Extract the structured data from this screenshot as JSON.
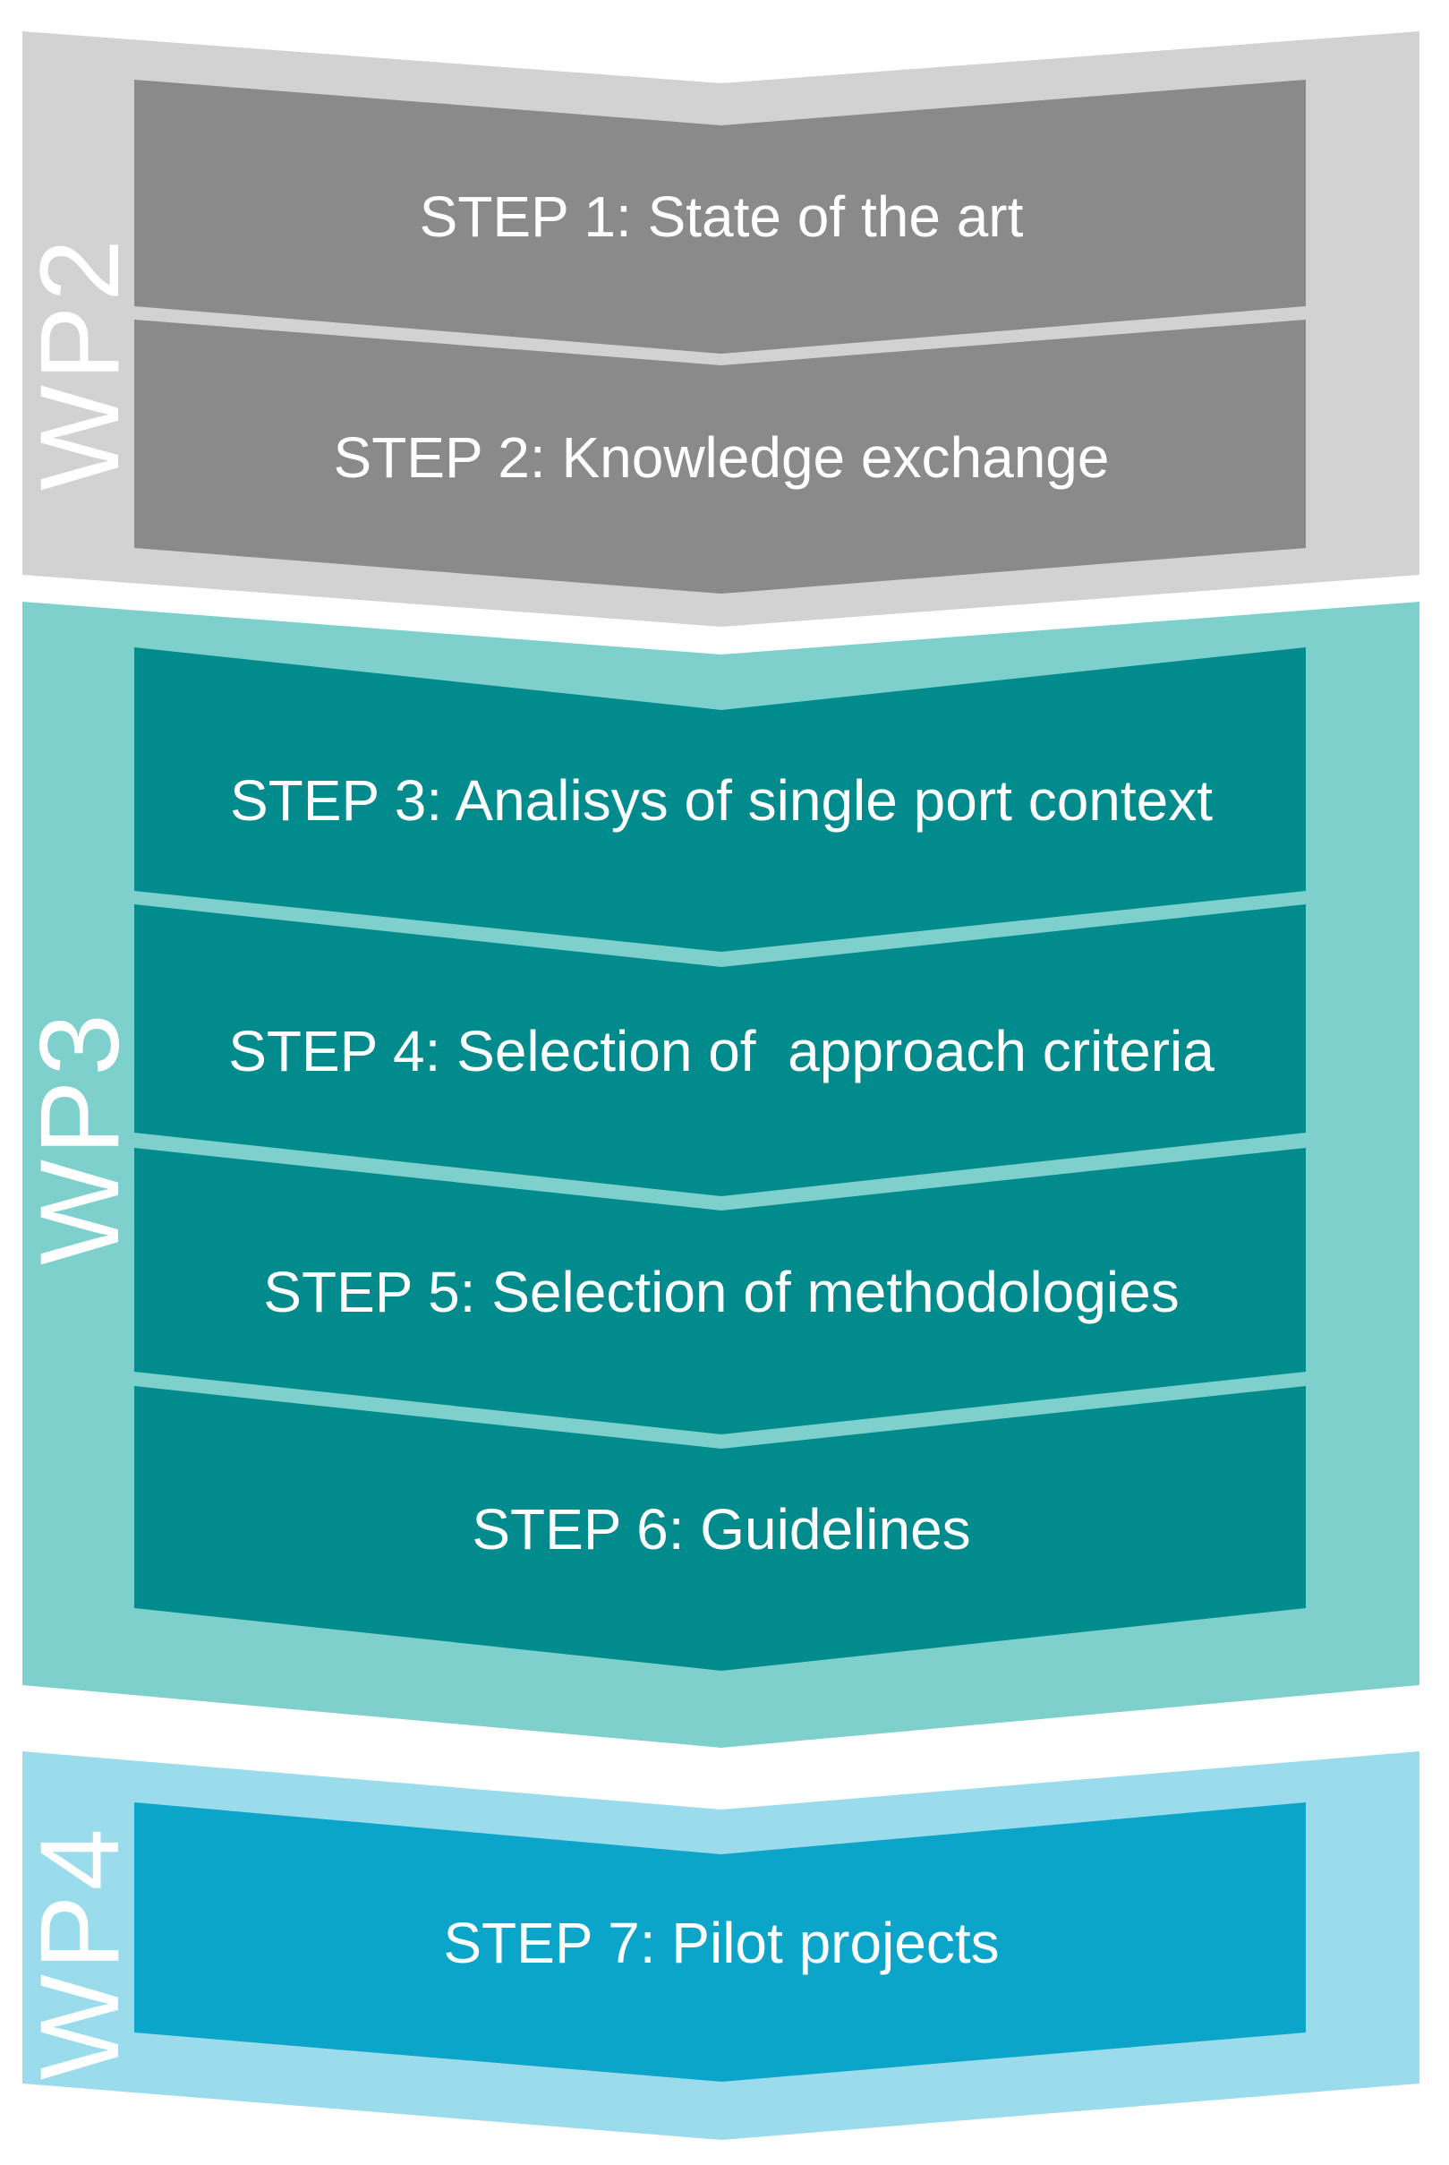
{
  "diagram": {
    "text_color": "#ffffff",
    "work_packages": [
      {
        "label": "WP2",
        "band_color": "#d2d2d2",
        "step_color": "#8a8a8a",
        "steps": [
          {
            "label": "STEP 1: State of the art"
          },
          {
            "label": "STEP 2: Knowledge exchange"
          }
        ]
      },
      {
        "label": "WP3",
        "band_color": "#7ed0cd",
        "step_color": "#028b8d",
        "steps": [
          {
            "label": "STEP 3: Analisys of single port context"
          },
          {
            "label": "STEP 4: Selection of  approach criteria"
          },
          {
            "label": "STEP 5: Selection of methodologies"
          },
          {
            "label": "STEP 6: Guidelines"
          }
        ]
      },
      {
        "label": "WP4",
        "band_color": "#9adbec",
        "step_color": "#0aa5c9",
        "steps": [
          {
            "label": "STEP 7: Pilot projects"
          }
        ]
      }
    ]
  }
}
